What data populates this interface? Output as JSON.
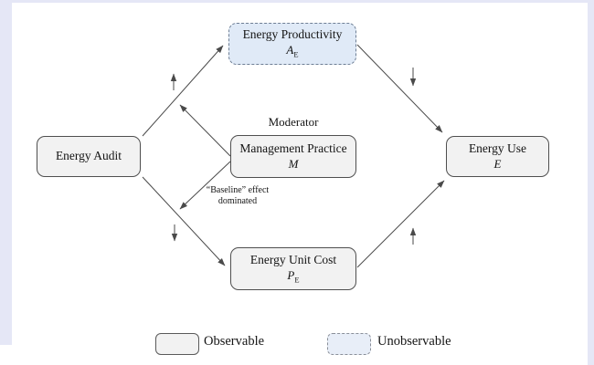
{
  "nodes": {
    "energy_audit": {
      "label": "Energy Audit"
    },
    "energy_productivity": {
      "label": "Energy Productivity",
      "symbol": "A",
      "subscript": "E"
    },
    "management_practice": {
      "label": "Management Practice",
      "symbol": "M"
    },
    "energy_unit_cost": {
      "label": "Energy Unit Cost",
      "symbol": "P",
      "subscript": "E"
    },
    "energy_use": {
      "label": "Energy Use",
      "symbol": "E"
    }
  },
  "annotations": {
    "moderator": "Moderator",
    "baseline_effect_line1": "“Baseline” effect",
    "baseline_effect_line2": "dominated"
  },
  "legend": {
    "observable_label": "Observable",
    "unobservable_label": "Unobservable"
  },
  "colors": {
    "page_background": "#e5e7f6",
    "canvas_background": "#ffffff",
    "observable_fill": "#f2f2f2",
    "unobservable_fill": "#e0eaf7",
    "node_border": "#4f4f4f",
    "dashed_border": "#6e7e94",
    "arrow": "#4a4a4a"
  }
}
